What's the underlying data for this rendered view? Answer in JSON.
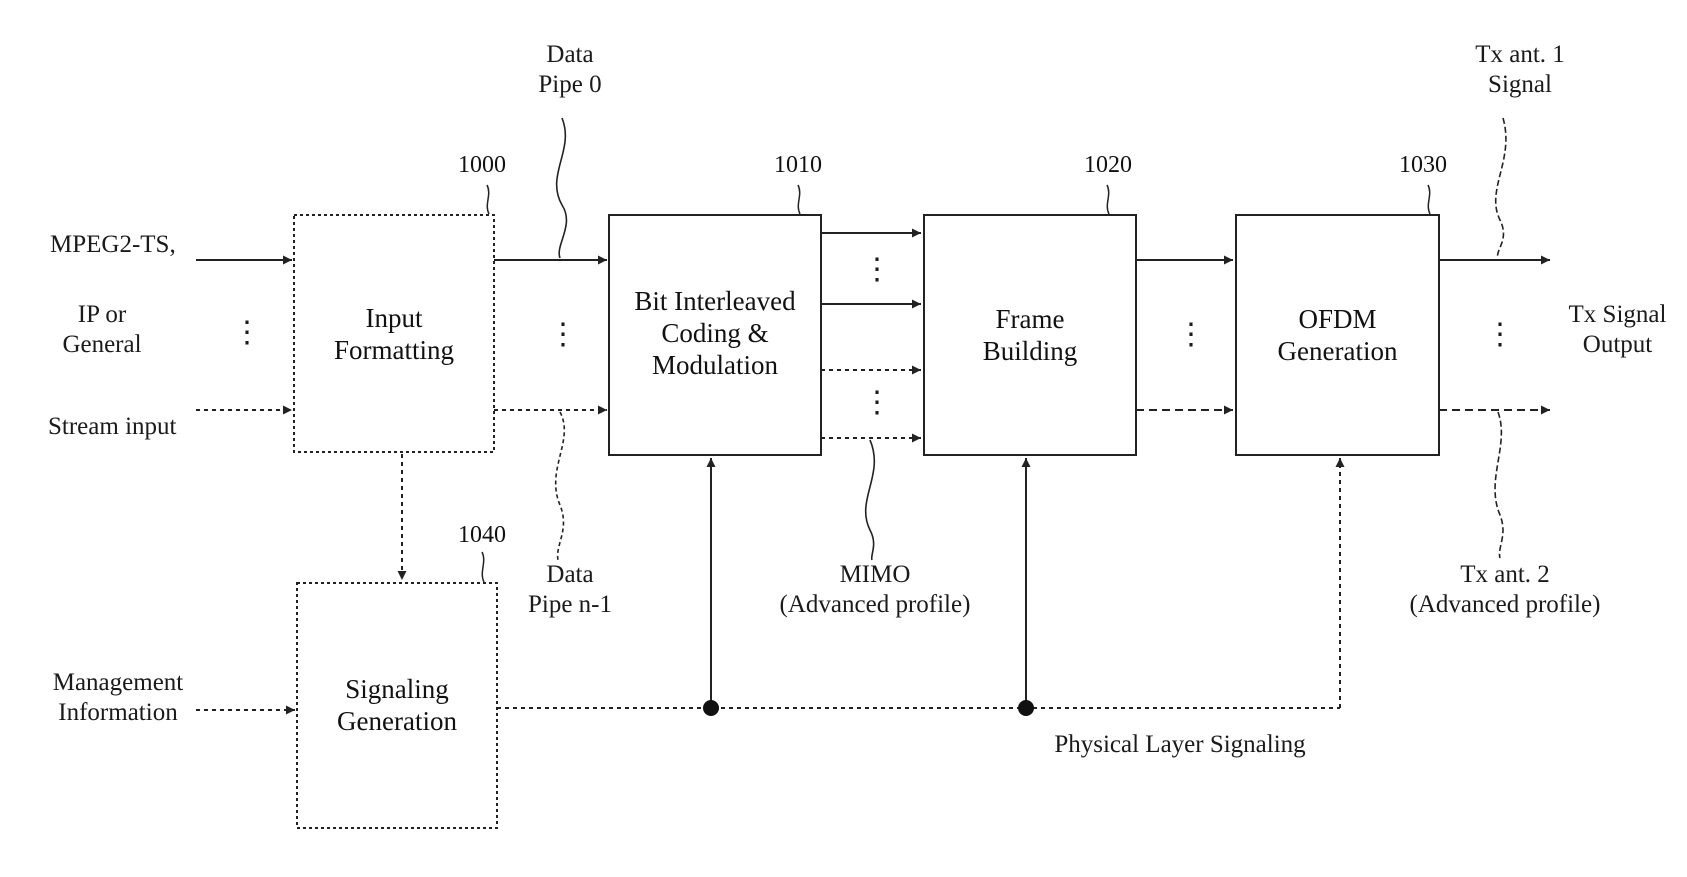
{
  "blocks": {
    "input_formatting": {
      "ref": "1000",
      "lines": [
        "Input",
        "Formatting"
      ]
    },
    "bicm": {
      "ref": "1010",
      "lines": [
        "Bit Interleaved",
        "Coding &",
        "Modulation"
      ]
    },
    "frame_building": {
      "ref": "1020",
      "lines": [
        "Frame",
        "Building"
      ]
    },
    "ofdm_generation": {
      "ref": "1030",
      "lines": [
        "OFDM",
        "Generation"
      ]
    },
    "signaling_generation": {
      "ref": "1040",
      "lines": [
        "Signaling",
        "Generation"
      ]
    }
  },
  "inputs": {
    "mpeg2_ts": "MPEG2-TS,",
    "ip_general": [
      "IP or",
      "General"
    ],
    "stream_input": "Stream input",
    "management": [
      "Management",
      "Information"
    ]
  },
  "labels": {
    "data_pipe_0": [
      "Data",
      "Pipe 0"
    ],
    "data_pipe_n1": [
      "Data",
      "Pipe n-1"
    ],
    "mimo": [
      "MIMO",
      "(Advanced profile)"
    ],
    "physical_layer_signaling": "Physical Layer Signaling",
    "tx_ant1": [
      "Tx ant. 1",
      "Signal"
    ],
    "tx_ant2": [
      "Tx ant. 2",
      "(Advanced profile)"
    ],
    "tx_signal_output": [
      "Tx Signal",
      "Output"
    ]
  },
  "ellipsis": "⋮"
}
